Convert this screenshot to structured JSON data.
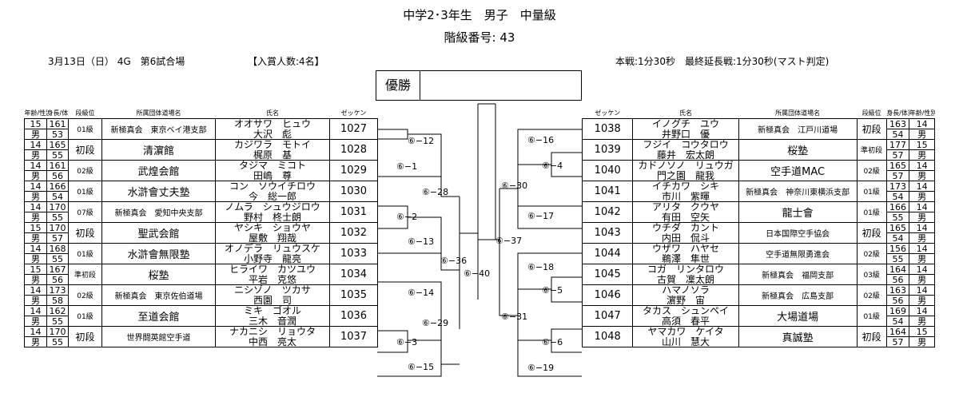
{
  "header": {
    "title": "中学2･3年生　男子　中量級",
    "class_number": "階級番号:  43",
    "date_venue": "3月13日（日）  4G　第6試合場",
    "winners": "【入賞人数:4名】",
    "rules": "本戦:1分30秒　最終延長戦:1分30秒(マスト判定)"
  },
  "champion": {
    "label": "優勝",
    "name": ""
  },
  "columns": {
    "age_gender": "年齢/性別",
    "height_weight": "身長/体重",
    "rank": "段級位",
    "dojo": "所属団体道場名",
    "name": "氏名",
    "zekken": "ゼッケン"
  },
  "left_players": [
    {
      "age": "15",
      "gender": "男",
      "height": "161",
      "weight": "53",
      "rank": "01級",
      "dojo": "新極真会　東京ベイ港支部",
      "kana": "オオサワ　ヒュウ",
      "name": "大沢　彪",
      "zekken": "1027"
    },
    {
      "age": "14",
      "gender": "男",
      "height": "165",
      "weight": "55",
      "rank": "初段",
      "dojo": "清濵館",
      "kana": "カジワラ　モトイ",
      "name": "梶原　基",
      "zekken": "1028"
    },
    {
      "age": "14",
      "gender": "男",
      "height": "161",
      "weight": "56",
      "rank": "02級",
      "dojo": "武煌会館",
      "kana": "タジマ　ミコト",
      "name": "田嶋　尊",
      "zekken": "1029"
    },
    {
      "age": "14",
      "gender": "男",
      "height": "166",
      "weight": "54",
      "rank": "01級",
      "dojo": "水滸會丈夫塾",
      "kana": "コン　ソウイチロウ",
      "name": "今　総一郎",
      "zekken": "1030"
    },
    {
      "age": "14",
      "gender": "男",
      "height": "170",
      "weight": "55",
      "rank": "07級",
      "dojo": "新極真会　愛知中央支部",
      "kana": "ノムラ　シュウジロウ",
      "name": "野村　柊士朗",
      "zekken": "1031"
    },
    {
      "age": "15",
      "gender": "男",
      "height": "170",
      "weight": "57",
      "rank": "初段",
      "dojo": "聖武会館",
      "kana": "ヤシキ　ショウヤ",
      "name": "屋敷　翔哉",
      "zekken": "1032"
    },
    {
      "age": "14",
      "gender": "男",
      "height": "168",
      "weight": "55",
      "rank": "01級",
      "dojo": "水滸會無限塾",
      "kana": "オノデラ　リュウスケ",
      "name": "小野寺　龍亮",
      "zekken": "1033"
    },
    {
      "age": "15",
      "gender": "男",
      "height": "167",
      "weight": "56",
      "rank": "準初段",
      "dojo": "桜塾",
      "kana": "ヒライワ　カツユウ",
      "name": "平岩　克悠",
      "zekken": "1034"
    },
    {
      "age": "14",
      "gender": "男",
      "height": "173",
      "weight": "58",
      "rank": "02級",
      "dojo": "新極真会　東京佐伯道場",
      "kana": "ニシゾノ　ツカサ",
      "name": "西園　司",
      "zekken": "1035"
    },
    {
      "age": "14",
      "gender": "男",
      "height": "162",
      "weight": "55",
      "rank": "01級",
      "dojo": "至道会館",
      "kana": "ミキ　ゴオル",
      "name": "三木　音潤",
      "zekken": "1036"
    },
    {
      "age": "14",
      "gender": "男",
      "height": "170",
      "weight": "55",
      "rank": "初段",
      "dojo": "世界闘英館空手道",
      "kana": "ナカニシ　リョウタ",
      "name": "中西　亮太",
      "zekken": "1037"
    }
  ],
  "right_players": [
    {
      "zekken": "1038",
      "kana": "イノグチ　ユウ",
      "name": "井野口　優",
      "dojo": "新極真会　江戸川道場",
      "rank": "初段",
      "height": "163",
      "weight": "54",
      "age": "14",
      "gender": "男"
    },
    {
      "zekken": "1039",
      "kana": "フジイ　コウタロウ",
      "name": "藤井　宏太朗",
      "dojo": "桜塾",
      "rank": "準初段",
      "height": "177",
      "weight": "57",
      "age": "15",
      "gender": "男"
    },
    {
      "zekken": "1040",
      "kana": "カドノソノ　リュウガ",
      "name": "門之園　龍我",
      "dojo": "空手道MAC",
      "rank": "02級",
      "height": "165",
      "weight": "57",
      "age": "14",
      "gender": "男"
    },
    {
      "zekken": "1041",
      "kana": "イチカワ　シキ",
      "name": "市川　紫暉",
      "dojo": "新極真会　神奈川東横浜支部",
      "rank": "01級",
      "height": "173",
      "weight": "54",
      "age": "14",
      "gender": "男"
    },
    {
      "zekken": "1042",
      "kana": "アリタ　クウヤ",
      "name": "有田　空矢",
      "dojo": "龍士會",
      "rank": "01級",
      "height": "166",
      "weight": "55",
      "age": "14",
      "gender": "男"
    },
    {
      "zekken": "1043",
      "kana": "ウチダ　カント",
      "name": "内田　侃斗",
      "dojo": "日本国際空手協会",
      "rank": "初段",
      "height": "165",
      "weight": "54",
      "age": "14",
      "gender": "男"
    },
    {
      "zekken": "1044",
      "kana": "ウザワ　ハヤセ",
      "name": "鵜澤　隼世",
      "dojo": "空手道無限勇進会",
      "rank": "02級",
      "height": "156",
      "weight": "55",
      "age": "14",
      "gender": "男"
    },
    {
      "zekken": "1045",
      "kana": "コガ　リンタロウ",
      "name": "古賀　凜太朗",
      "dojo": "新極真会　福岡支部",
      "rank": "03級",
      "height": "164",
      "weight": "56",
      "age": "14",
      "gender": "男"
    },
    {
      "zekken": "1046",
      "kana": "ハマノソラ",
      "name": "濵野　宙",
      "dojo": "新極真会　広島支部",
      "rank": "02級",
      "height": "163",
      "weight": "56",
      "age": "14",
      "gender": "男"
    },
    {
      "zekken": "1047",
      "kana": "タカス　シュンペイ",
      "name": "高須　春平",
      "dojo": "大場道場",
      "rank": "01級",
      "height": "169",
      "weight": "54",
      "age": "14",
      "gender": "男"
    },
    {
      "zekken": "1048",
      "kana": "ヤマカワ　ケイタ",
      "name": "山川　慧大",
      "dojo": "真誠塾",
      "rank": "初段",
      "height": "164",
      "weight": "57",
      "age": "15",
      "gender": "男"
    }
  ],
  "matches": {
    "m1": "⑥−1",
    "m2": "⑥−2",
    "m3": "⑥−3",
    "m4": "⑥−4",
    "m5": "⑥−5",
    "m6": "⑥−6",
    "m12": "⑥−12",
    "m13": "⑥−13",
    "m14": "⑥−14",
    "m15": "⑥−15",
    "m16": "⑥−16",
    "m17": "⑥−17",
    "m18": "⑥−18",
    "m19": "⑥−19",
    "m28": "⑥−28",
    "m29": "⑥−29",
    "m30": "⑥−30",
    "m31": "⑥−31",
    "m36": "⑥−36",
    "m37": "⑥−37",
    "m40": "⑥−40"
  }
}
